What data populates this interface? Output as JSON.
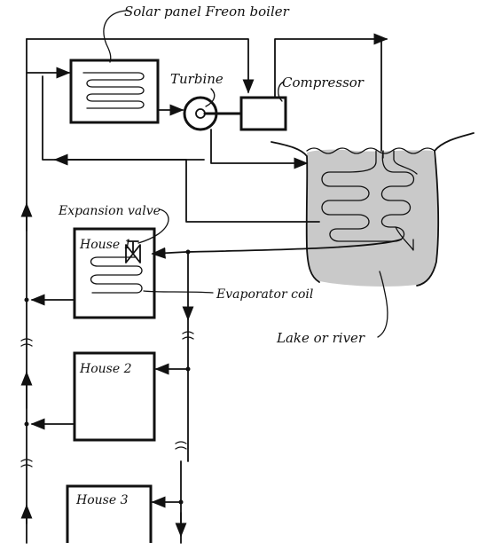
{
  "labels": {
    "solar_panel": "Solar panel Freon boiler",
    "turbine": "Turbine",
    "compressor": "Compressor",
    "expansion_valve": "Expansion valve",
    "house1": "House 1",
    "house2": "House 2",
    "house3": "House 3",
    "evaporator_coil": "Evaporator coil",
    "lake": "Lake or river"
  },
  "colors": {
    "ink": "#111111",
    "water": "#c9c9c9",
    "background": "#ffffff"
  }
}
